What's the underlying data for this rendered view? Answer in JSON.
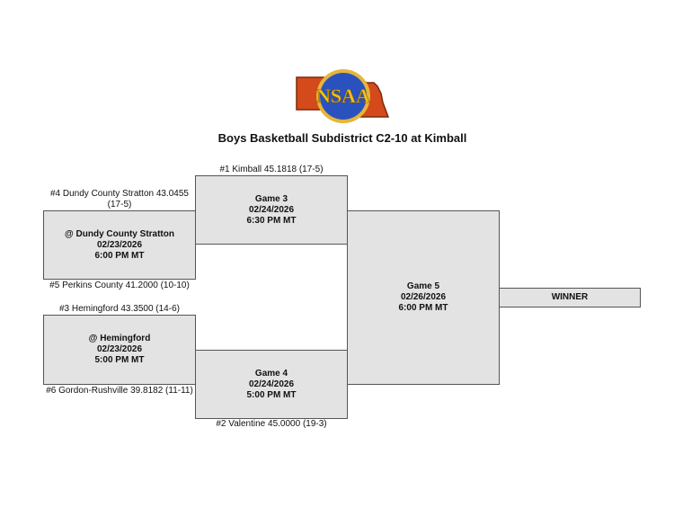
{
  "logo": {
    "text": "NSAA",
    "colors": {
      "state": "#d44a1a",
      "seal": "#2a52be",
      "ring": "#e6b53a",
      "letters": "#f0c419"
    }
  },
  "title": "Boys Basketball Subdistrict C2-10 at Kimball",
  "teams": {
    "t1": "#1 Kimball 45.1818 (17-5)",
    "t4": "#4 Dundy County Stratton 43.0455 (17-5)",
    "t5": "#5 Perkins County 41.2000 (10-10)",
    "t3": "#3 Hemingford 43.3500 (14-6)",
    "t6": "#6 Gordon-Rushville 39.8182 (11-11)",
    "t2": "#2 Valentine 45.0000 (19-3)"
  },
  "games": {
    "g1": {
      "name": "@ Dundy County Stratton",
      "date": "02/23/2026",
      "time": "6:00 PM MT"
    },
    "g2": {
      "name": "@ Hemingford",
      "date": "02/23/2026",
      "time": "5:00 PM MT"
    },
    "g3": {
      "name": "Game 3",
      "date": "02/24/2026",
      "time": "6:30 PM MT"
    },
    "g4": {
      "name": "Game 4",
      "date": "02/24/2026",
      "time": "5:00 PM MT"
    },
    "g5": {
      "name": "Game 5",
      "date": "02/26/2026",
      "time": "6:00 PM MT"
    }
  },
  "winner": "WINNER"
}
